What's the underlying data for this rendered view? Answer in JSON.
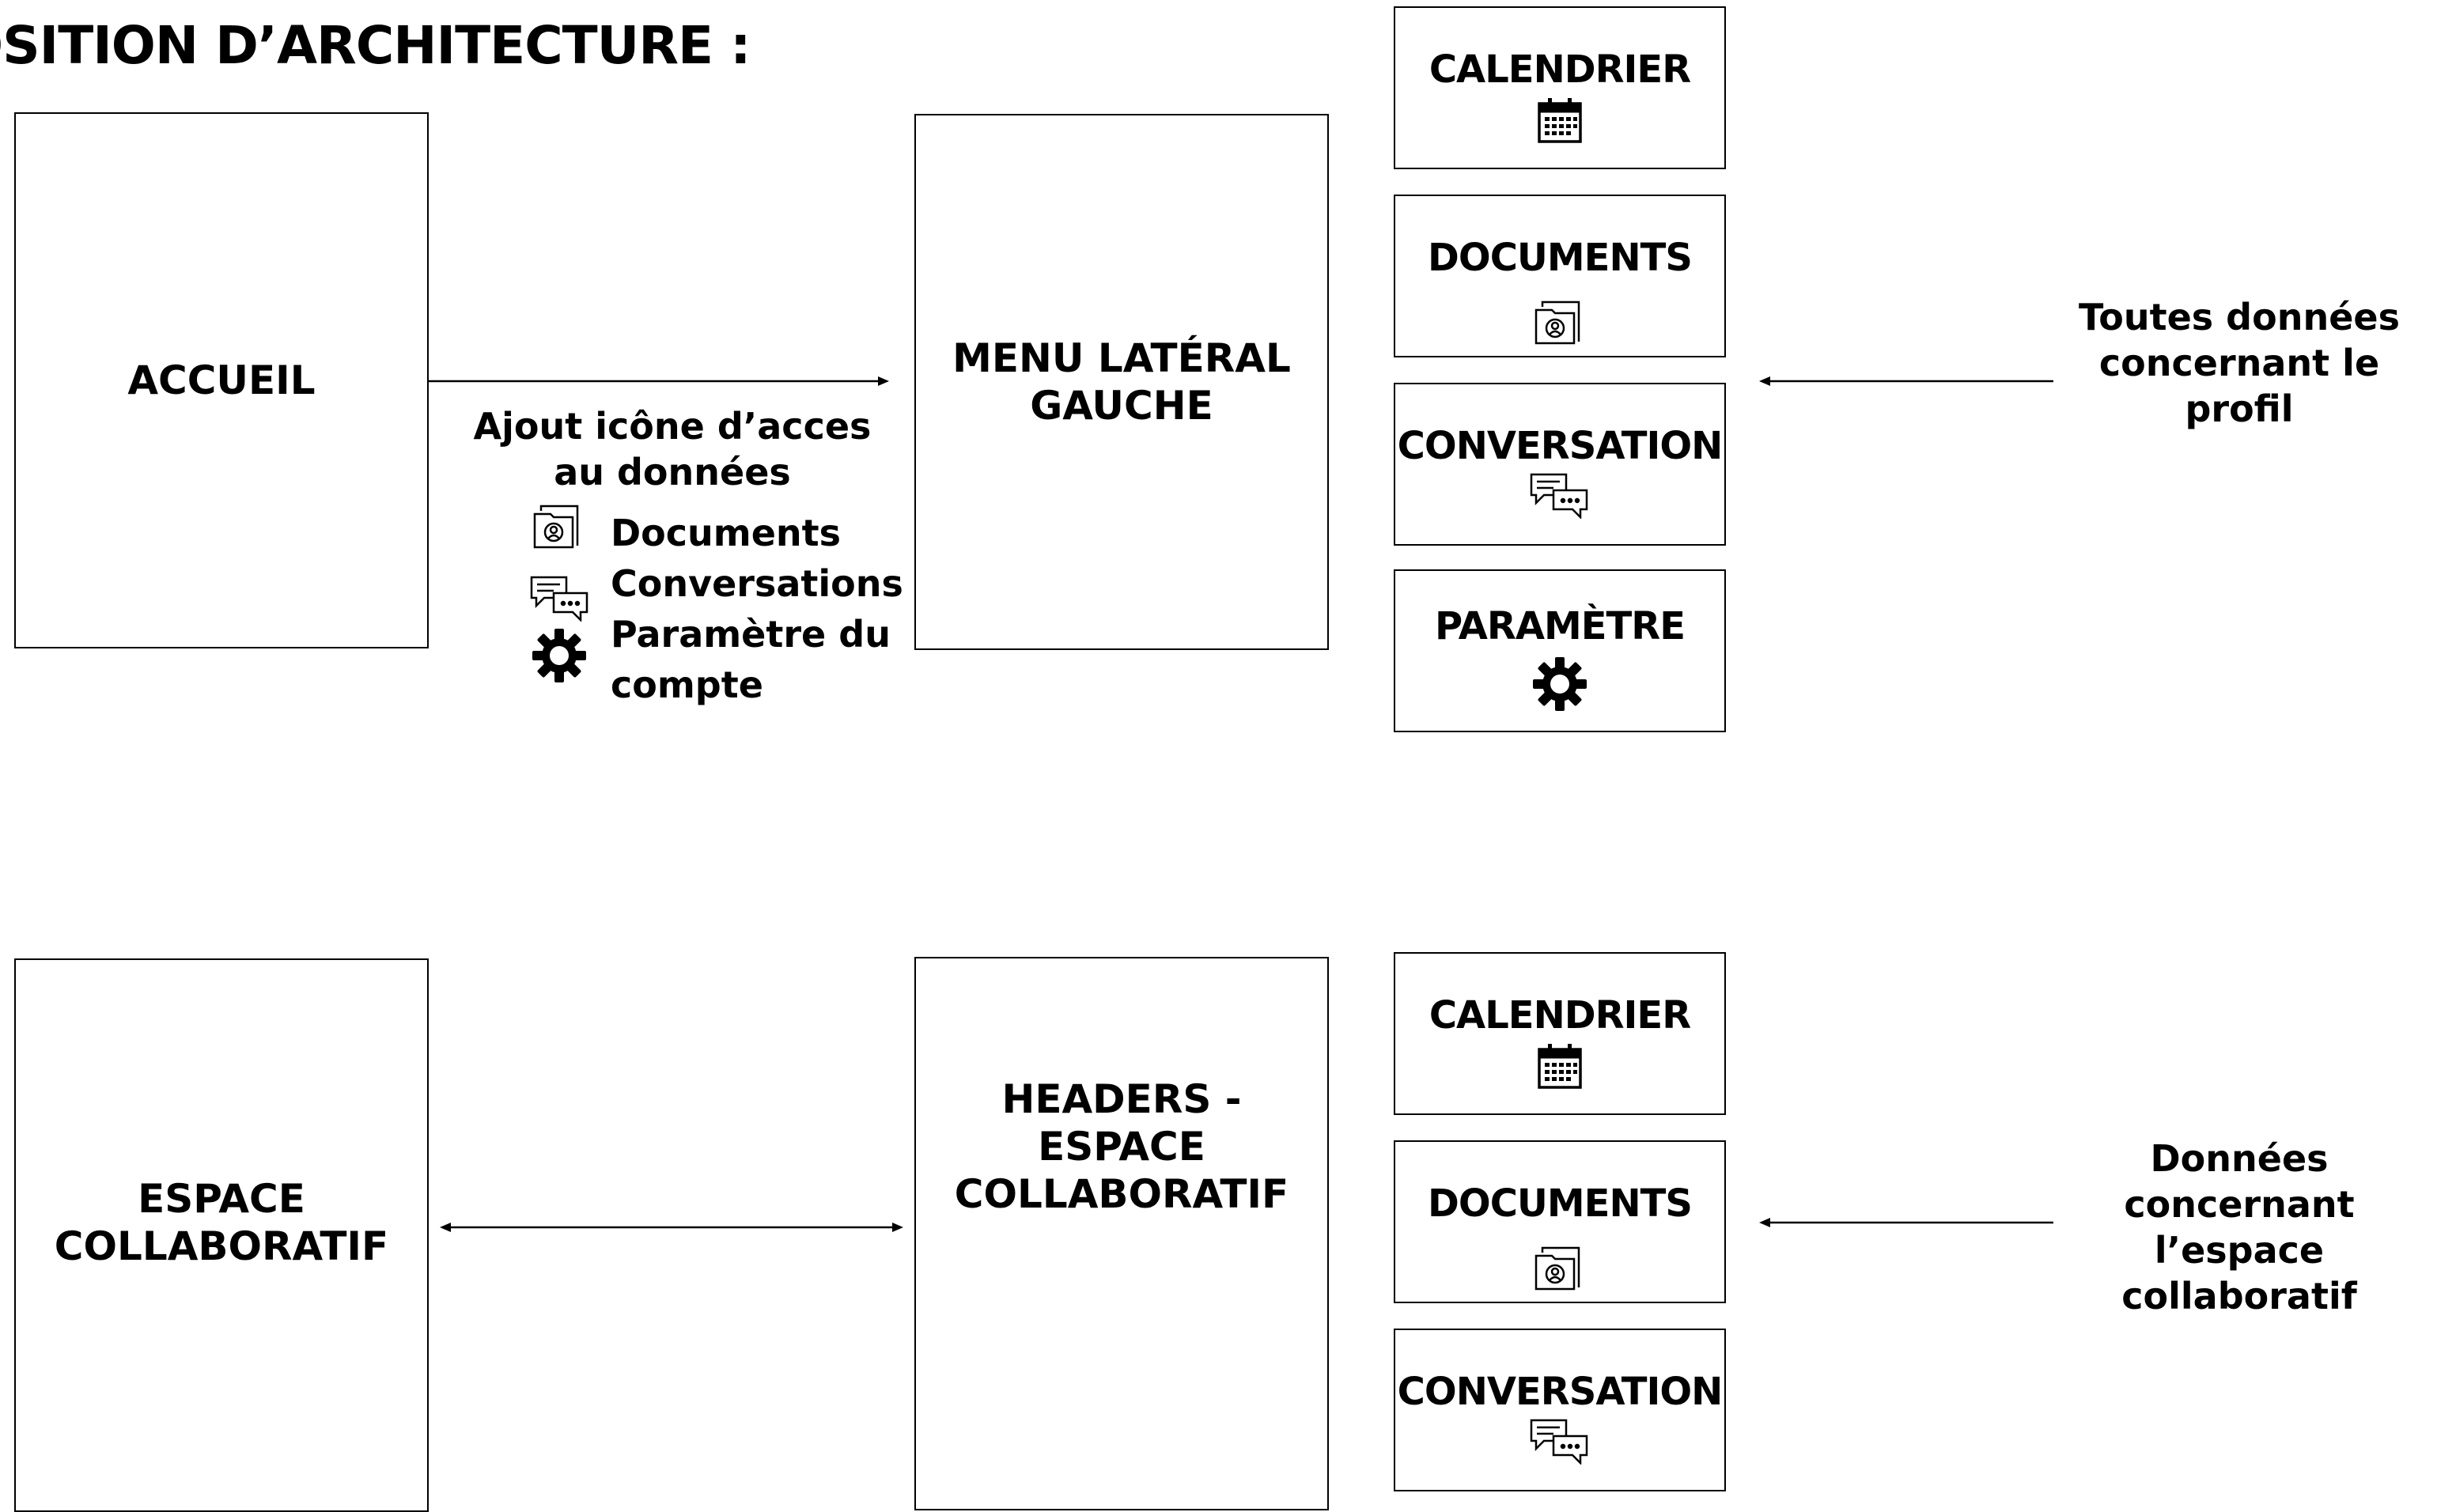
{
  "title": "OSITION D’ARCHITECTURE :",
  "top": {
    "source": "ACCUEIL",
    "middle": "MENU LATÉRAL\nGAUCHE",
    "cards": [
      {
        "label": "CALENDRIER",
        "icon": "calendar-icon"
      },
      {
        "label": "DOCUMENTS",
        "icon": "folder-user-icon"
      },
      {
        "label": "CONVERSATION",
        "icon": "chat-icon"
      },
      {
        "label": "PARAMÈTRE",
        "icon": "gear-icon"
      }
    ],
    "note": "Toutes données\nconcernant le profil",
    "arrow_caption": "Ajout icône d’acces\nau données",
    "legend": [
      {
        "label": "Documents",
        "icon": "folder-user-icon"
      },
      {
        "label": "Conversations",
        "icon": "chat-icon"
      },
      {
        "label": "Paramètre du",
        "icon": "gear-icon"
      },
      {
        "label": "compte",
        "icon": ""
      }
    ]
  },
  "bottom": {
    "source": "ESPACE\nCOLLABORATIF",
    "middle": "HEADERS -\nESPACE\nCOLLABORATIF",
    "cards": [
      {
        "label": "CALENDRIER",
        "icon": "calendar-icon"
      },
      {
        "label": "DOCUMENTS",
        "icon": "folder-user-icon"
      },
      {
        "label": "CONVERSATION",
        "icon": "chat-icon"
      }
    ],
    "note": "Données\nconcernant l’espace\ncollaboratif"
  }
}
